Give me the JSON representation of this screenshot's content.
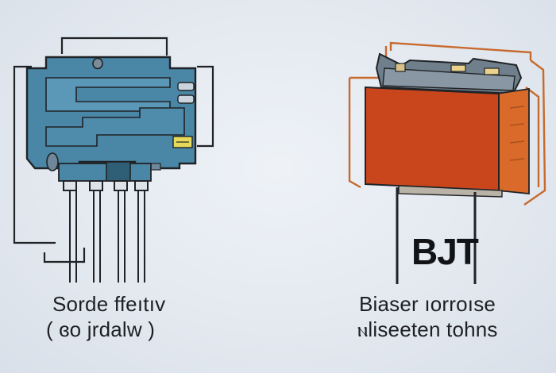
{
  "left_component": {
    "caption_line_1": "Sorde ffeıtıv",
    "caption_line_2": "( ɞo  jrdalw )",
    "icon": "module-chip-icon",
    "colors": {
      "body": "#4a86a6",
      "outline": "#202326",
      "pins": "#2b2f33",
      "accent_block": "#e8d95a"
    }
  },
  "right_component": {
    "label": "BJT",
    "caption_line_1": "Biaser ıorroıse",
    "caption_line_2": "ⲛliseeten tohns",
    "icon": "relay-box-icon",
    "colors": {
      "body": "#c9461c",
      "side": "#d96a2a",
      "top_cap": "#6f7f8c",
      "frame": "#c76a2e",
      "leads": "#202326"
    }
  },
  "background": "#e6ebf1"
}
